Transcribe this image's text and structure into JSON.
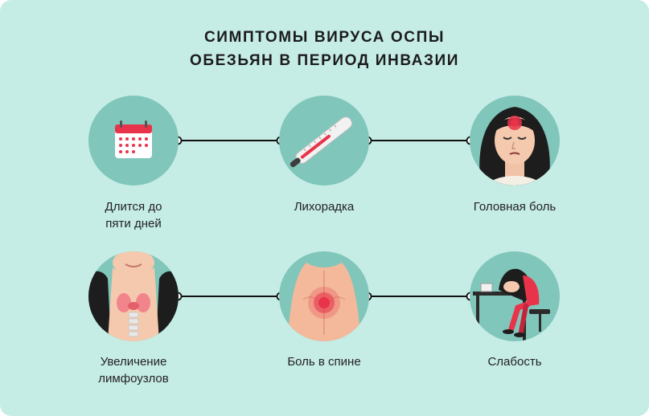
{
  "title": {
    "line1": "СИМПТОМЫ ВИРУСА ОСПЫ",
    "line2": "ОБЕЗЬЯН В ПЕРИОД ИНВАЗИИ"
  },
  "symptoms": [
    {
      "label_line1": "Длится до",
      "label_line2": "пяти дней",
      "icon": "calendar-icon"
    },
    {
      "label_line1": "Лихорадка",
      "label_line2": "",
      "icon": "thermometer-icon"
    },
    {
      "label_line1": "Головная боль",
      "label_line2": "",
      "icon": "headache-face-icon"
    },
    {
      "label_line1": "Увеличение",
      "label_line2": "лимфоузлов",
      "icon": "swollen-lymph-nodes-icon"
    },
    {
      "label_line1": "Боль в спине",
      "label_line2": "",
      "icon": "back-pain-icon"
    },
    {
      "label_line1": "Слабость",
      "label_line2": "",
      "icon": "tired-person-at-desk-icon"
    }
  ],
  "colors": {
    "background": "#c6ece6",
    "circle": "#80c6bb",
    "pain": "#e8334a",
    "text": "#1b1b1b"
  }
}
